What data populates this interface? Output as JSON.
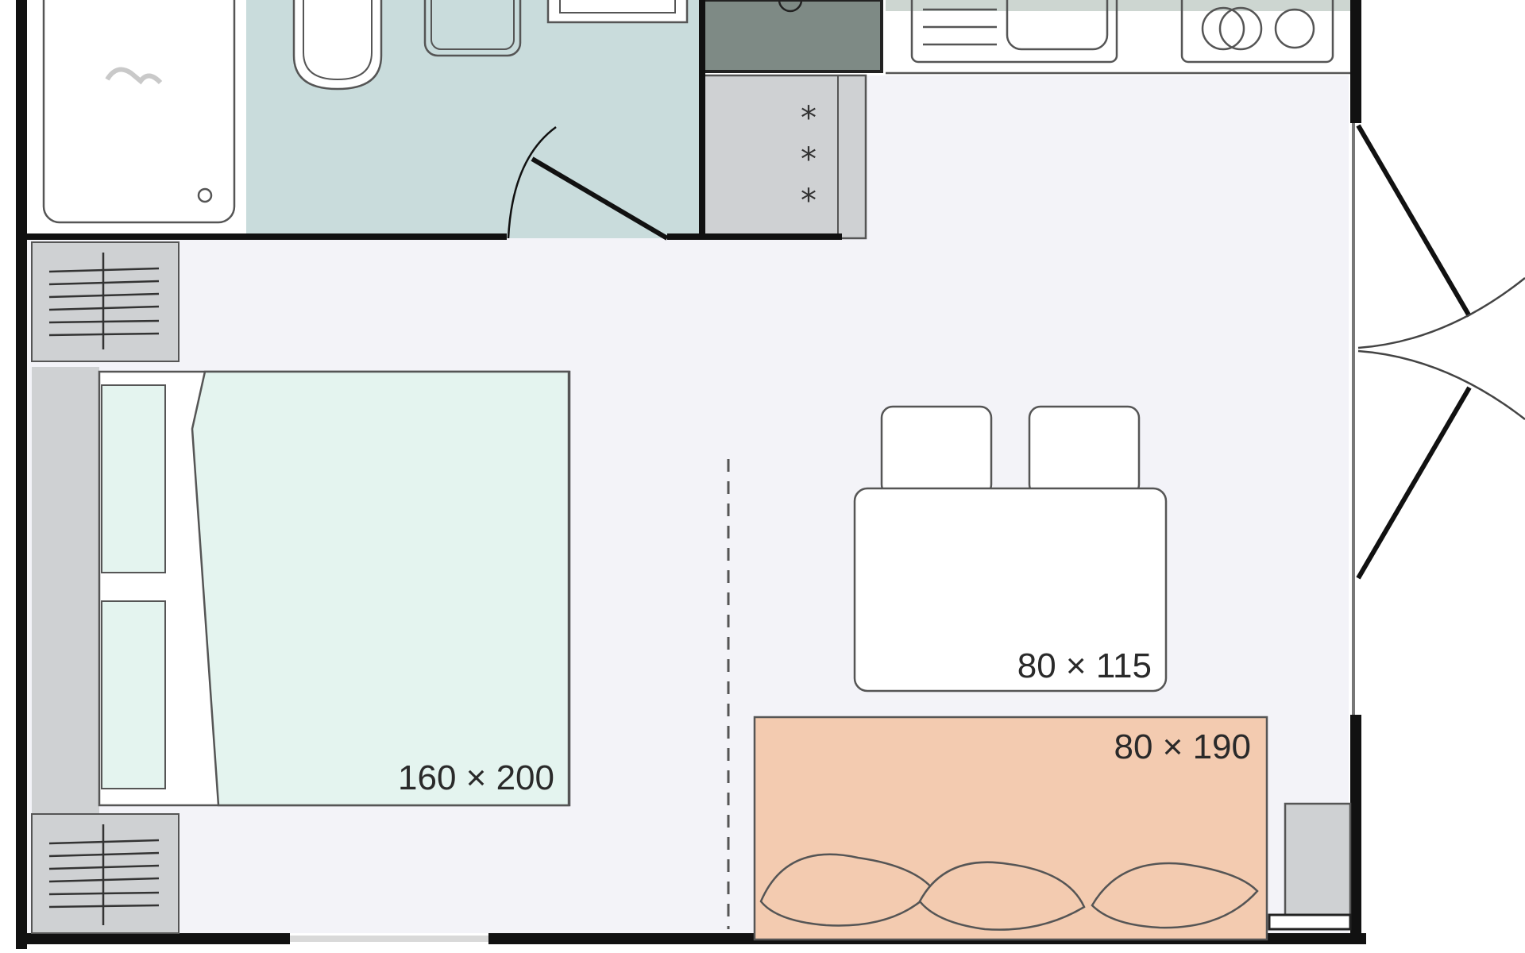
{
  "labels": {
    "double_bed": "160 × 200",
    "table": "80 × 115",
    "single_bed": "80 × 190"
  },
  "colors": {
    "wall": "#111111",
    "floor": "#f3f3f8",
    "bathroom_floor": "#c9dcdc",
    "double_bed": "#e4f4ef",
    "single_bed": "#f3cbb0",
    "cabinet": "#cfd1d3",
    "sink_block": "#7e8a85",
    "table": "#ffffff"
  },
  "icons": {
    "bathtub": "bathtub-icon",
    "toilet": "toilet-icon",
    "fridge": "fridge-icon",
    "stove": "stove-icon",
    "heater": "heater-icon"
  }
}
